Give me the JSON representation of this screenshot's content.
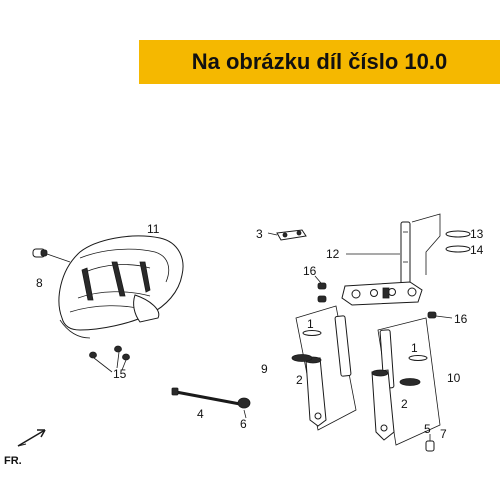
{
  "banner": {
    "text": "Na obrázku díl číslo 10.0",
    "background": "#f5b800"
  },
  "callouts": [
    "1",
    "1",
    "2",
    "2",
    "3",
    "4",
    "5",
    "6",
    "7",
    "8",
    "9",
    "10",
    "11",
    "12",
    "13",
    "14",
    "15",
    "16",
    "16"
  ],
  "direction_marker": "FR.",
  "icons": [
    "front-direction-arrow-icon"
  ]
}
